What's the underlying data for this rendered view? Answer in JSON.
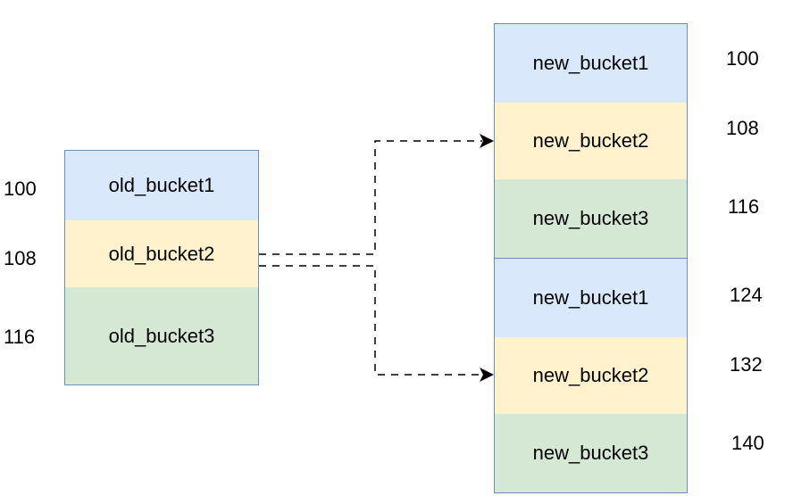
{
  "colors": {
    "blue_fill": "#dae8fc",
    "yellow_fill": "#fff2cc",
    "green_fill": "#d5e8d4",
    "border": "#6c8ebf",
    "arrow": "#000000"
  },
  "old_buckets": {
    "cells": [
      "old_bucket1",
      "old_bucket2",
      "old_bucket3"
    ],
    "addresses": [
      "100",
      "108",
      "116"
    ]
  },
  "new_buckets": {
    "cells": [
      "new_bucket1",
      "new_bucket2",
      "new_bucket3",
      "new_bucket1",
      "new_bucket2",
      "new_bucket3"
    ],
    "addresses": [
      "100",
      "108",
      "116",
      "124",
      "132",
      "140"
    ]
  },
  "links": [
    {
      "from": "old_bucket2",
      "to": "new_bucket2 (upper)",
      "style": "dashed"
    },
    {
      "from": "old_bucket2",
      "to": "new_bucket2 (lower)",
      "style": "dashed"
    }
  ]
}
